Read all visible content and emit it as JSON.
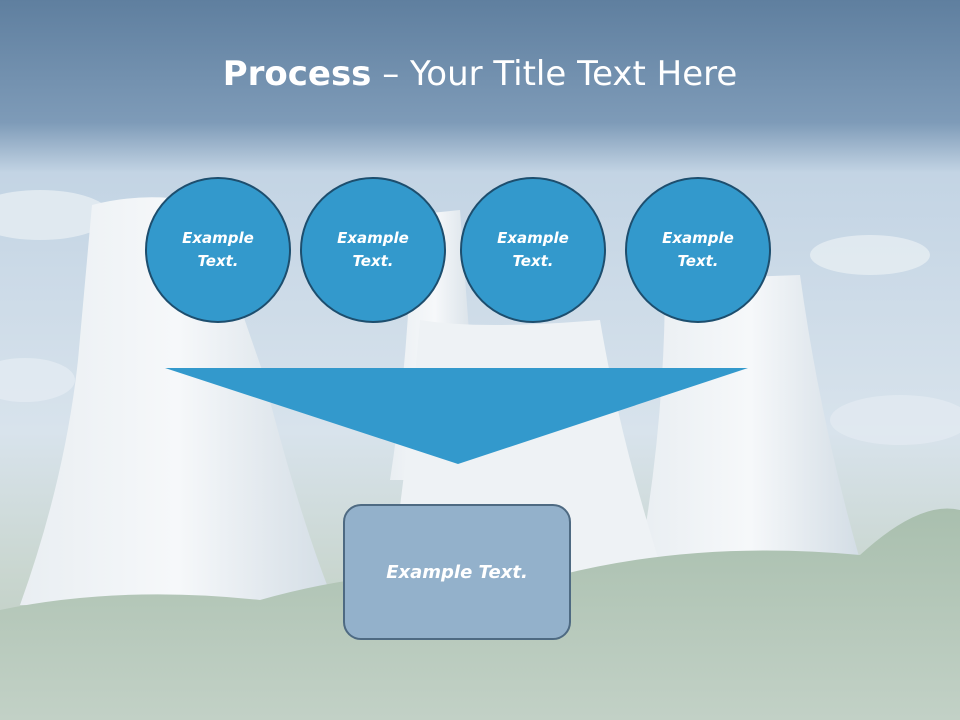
{
  "title": {
    "bold": "Process",
    "rest": " – Your Title Text Here"
  },
  "process_steps": [
    {
      "label": "Example Text."
    },
    {
      "label": "Example Text."
    },
    {
      "label": "Example Text."
    },
    {
      "label": "Example Text."
    }
  ],
  "result": {
    "label": "Example Text."
  },
  "colors": {
    "accent": "#3399cc",
    "accent_border": "#1d4e6e",
    "box_fill": "#93b1cb",
    "header_band": "#5c7fa0"
  },
  "background": {
    "image": "cooling-towers-photo"
  }
}
